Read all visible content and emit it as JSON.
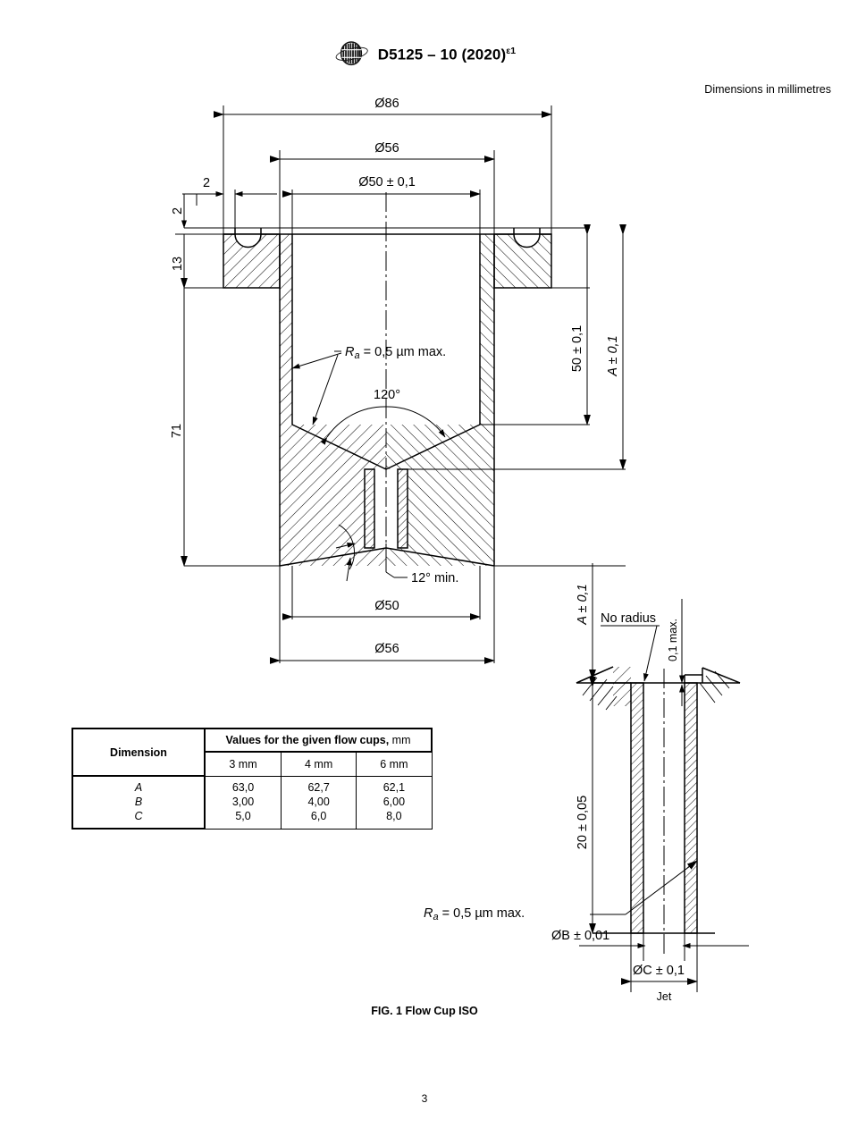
{
  "header": {
    "logo_name": "astm-logo",
    "document_title": "D5125 – 10 (2020)",
    "epsilon_superscript": "ε1",
    "units_note": "Dimensions in millimetres"
  },
  "figure": {
    "caption": "FIG. 1 Flow Cup ISO",
    "page_number": "3"
  },
  "main_view": {
    "dim_outer_flange": "Ø86",
    "dim_body_outer_top": "Ø56",
    "dim_bore": "Ø50 ± 0,1",
    "dim_groove_offset": "2",
    "dim_flange_top": "2",
    "dim_flange_height": "13",
    "dim_total_height": "71",
    "dim_bore_depth": "50 ± 0,1",
    "dim_A": "A ± 0,1",
    "label_roughness": "R",
    "label_roughness_sub": "a",
    "label_roughness_rest": " = 0,5 µm max.",
    "dim_cone_angle": "120°",
    "dim_relief_angle": "12° min.",
    "dim_base_inner": "Ø50",
    "dim_base_outer": "Ø56"
  },
  "jet_detail": {
    "dim_A": "A ± 0,1",
    "label_no_radius": "No radius",
    "dim_chamfer_max": "0,1 max.",
    "dim_jet_length": "20 ± 0,05",
    "label_roughness": "R",
    "label_roughness_sub": "a",
    "label_roughness_rest": " = 0,5 µm max.",
    "dim_B": "ØB ± 0,01",
    "dim_C": "ØC ± 0,1",
    "label_jet": "Jet"
  },
  "table": {
    "header_dimension": "Dimension",
    "header_values_bold": "Values for the given flow cups,",
    "header_values_unit": " mm",
    "subheaders": [
      "3 mm",
      "4 mm",
      "6 mm"
    ],
    "rows": [
      {
        "name": "A",
        "values": [
          "63,0",
          "62,7",
          "62,1"
        ]
      },
      {
        "name": "B",
        "values": [
          "3,00",
          "4,00",
          "6,00"
        ]
      },
      {
        "name": "C",
        "values": [
          "5,0",
          "6,0",
          "8,0"
        ]
      }
    ]
  },
  "colors": {
    "ink": "#000000",
    "background": "#ffffff"
  }
}
